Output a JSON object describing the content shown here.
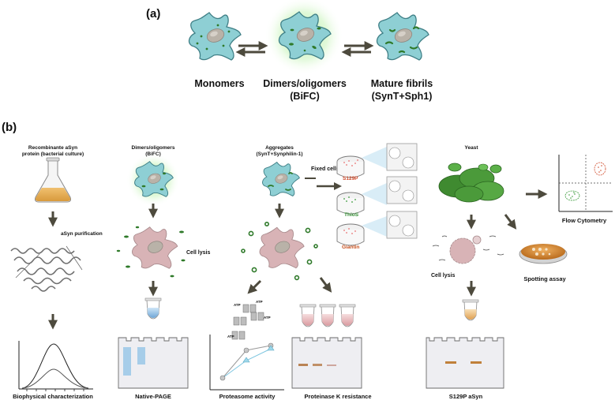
{
  "panel_a": {
    "label": "(a)",
    "states": [
      {
        "line1": "Monomers",
        "line2": ""
      },
      {
        "line1": "Dimers/oligomers",
        "line2": "(BiFC)"
      },
      {
        "line1": "Mature fibrils",
        "line2": "(SynT+Sph1)"
      }
    ]
  },
  "panel_b": {
    "label": "(b)",
    "col1": {
      "header_line1": "Recombinante aSyn",
      "header_line2": "protein (bacterial culture)",
      "step": "aSyn purification",
      "footer": "Biophysical characterization"
    },
    "col2": {
      "header_line1": "Dimers/oligomers",
      "header_line2": "(BiFC)",
      "footer": "Native-PAGE"
    },
    "col3": {
      "header_line1": "Aggregates",
      "header_line2": "(SynT+Synphilin-1)",
      "fixed_cells": "Fixed cells",
      "stains": [
        "S129P",
        "ThioS",
        "Giantin"
      ],
      "cell_lysis": "Cell lysis",
      "atp_labels": [
        "ATP",
        "ATP",
        "ATP",
        "ATP"
      ],
      "footer_left": "Proteasome activity",
      "footer_right": "Proteinase K resistance"
    },
    "col4": {
      "header": "Yeast",
      "cell_lysis": "Cell lysis",
      "spotting": "Spotting assay",
      "flow": "Flow Cytometry",
      "footer": "S129P aSyn"
    }
  },
  "colors": {
    "cell_fill": "#8ecfd4",
    "cell_stroke": "#3f7f86",
    "nucleus": "#b9b2a8",
    "aggregate": "#2f7a2a",
    "glow": "#b8f0a8",
    "arrow": "#4d4a3d",
    "lysed": "#d8b3b6",
    "yeast": "#4b9a3a",
    "gel_band_blue": "#8ec1e6",
    "gel_band_brown": "#b0703a"
  }
}
